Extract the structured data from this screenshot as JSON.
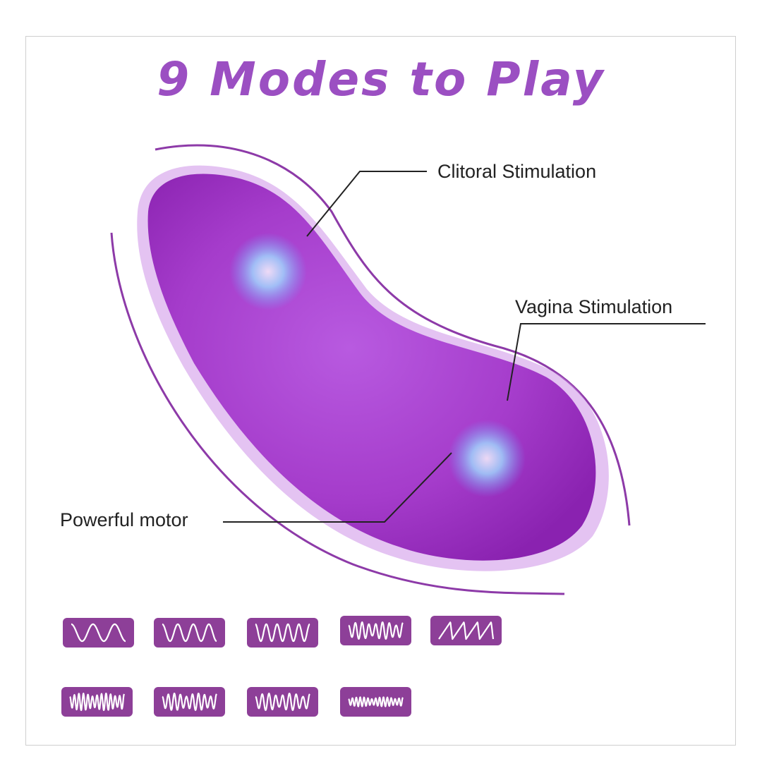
{
  "title": "9 Modes to Play",
  "callouts": {
    "clitoral": "Clitoral Stimulation",
    "vagina": "Vagina Stimulation",
    "motor": "Powerful motor"
  },
  "colors": {
    "title": "#9b4fc2",
    "mode_box": "#8d3f98",
    "product": "#a63cc8"
  },
  "modes": [
    "wave-mode-1",
    "wave-mode-2",
    "wave-mode-3",
    "wave-mode-4",
    "wave-mode-5",
    "wave-mode-6",
    "wave-mode-7",
    "wave-mode-8",
    "wave-mode-9"
  ]
}
